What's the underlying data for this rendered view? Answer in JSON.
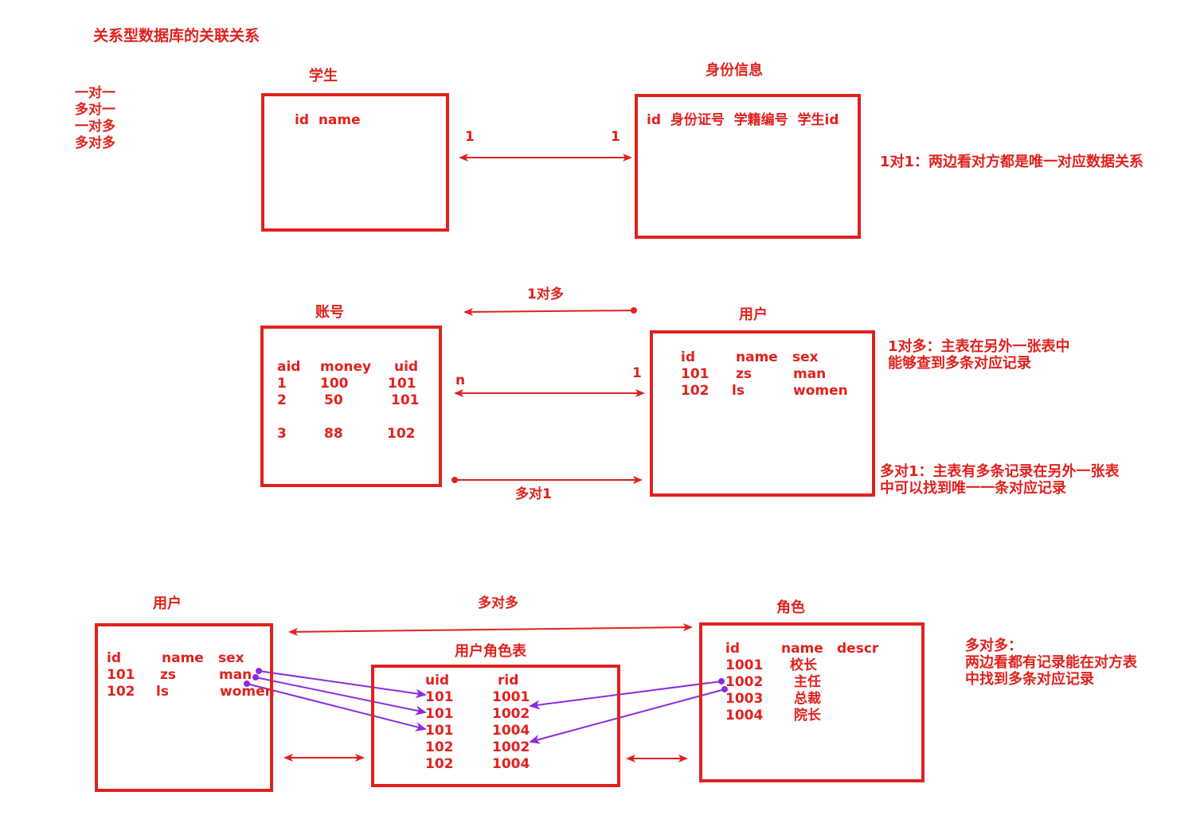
{
  "title": "关系型数据库的关联关系",
  "types": [
    "一对一",
    "多对一",
    "一对多",
    "多对多"
  ],
  "colors": {
    "primary": "#e0211d",
    "link": "#8a2be2"
  },
  "one_to_one": {
    "left_title": "学生",
    "left_fields": "id  name",
    "right_title": "身份信息",
    "right_fields": "id  身份证号  学籍编号  学生id",
    "left_card": "1",
    "right_card": "1",
    "note": "1对1：两边看对方都是唯一对应数据关系"
  },
  "one_to_many": {
    "top_arrow_label": "1对多",
    "bottom_arrow_label": "多对1",
    "left_title": "账号",
    "left_headers": [
      "aid",
      "money",
      "uid"
    ],
    "left_rows": [
      [
        "1",
        "100",
        "101"
      ],
      [
        "2",
        "50",
        "101"
      ],
      [
        "3",
        "88",
        "102"
      ]
    ],
    "right_title": "用户",
    "right_headers": [
      "id",
      "name",
      "sex"
    ],
    "right_rows": [
      [
        "101",
        "zs",
        "man"
      ],
      [
        "102",
        "ls",
        "women"
      ]
    ],
    "left_card": "n",
    "right_card": "1",
    "note_one_to_many": [
      "1对多：主表在另外一张表中",
      "能够查到多条对应记录"
    ],
    "note_many_to_one": [
      "多对1：主表有多条记录在另外一张表",
      "中可以找到唯一一条对应记录"
    ]
  },
  "many_to_many": {
    "arrow_label": "多对多",
    "left_title": "用户",
    "left_headers": [
      "id",
      "name",
      "sex"
    ],
    "left_rows": [
      [
        "101",
        "zs",
        "man"
      ],
      [
        "102",
        "ls",
        "women"
      ]
    ],
    "mid_title": "用户角色表",
    "mid_headers": [
      "uid",
      "rid"
    ],
    "mid_rows": [
      [
        "101",
        "1001"
      ],
      [
        "101",
        "1002"
      ],
      [
        "101",
        "1004"
      ],
      [
        "102",
        "1002"
      ],
      [
        "102",
        "1004"
      ]
    ],
    "right_title": "角色",
    "right_headers": [
      "id",
      "name",
      "descr"
    ],
    "right_rows": [
      [
        "1001",
        "校长"
      ],
      [
        "1002",
        "主任"
      ],
      [
        "1003",
        "总裁"
      ],
      [
        "1004",
        "院长"
      ]
    ],
    "note": [
      "多对多：",
      "两边看都有记录能在对方表",
      "中找到多条对应记录"
    ]
  }
}
